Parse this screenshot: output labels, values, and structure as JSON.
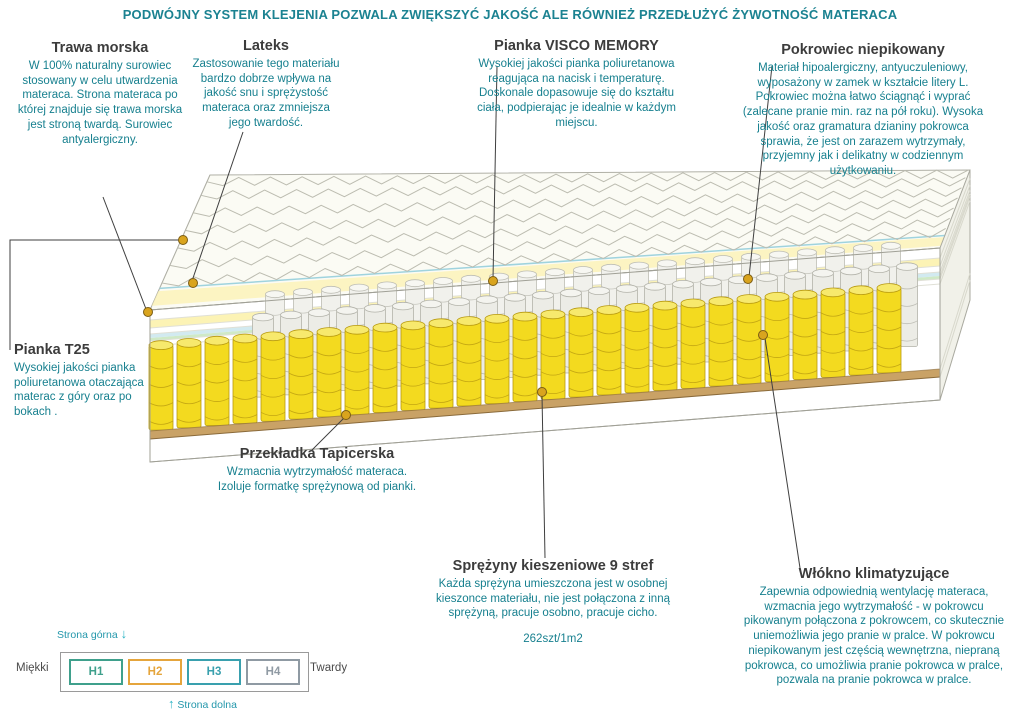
{
  "header": {
    "title": "PODWÓJNY SYSTEM KLEJENIA POZWALA ZWIĘKSZYĆ JAKOŚĆ ALE RÓWNIEŻ PRZEDŁUŻYĆ ŻYWOTNOŚĆ MATERACA"
  },
  "annotations": {
    "trawa_morska": {
      "title": "Trawa morska",
      "body": "W 100% naturalny surowiec stosowany w celu utwardzenia materaca. Strona materaca po której znajduje się trawa morska jest stroną twardą. Surowiec antyalergiczny."
    },
    "lateks": {
      "title": "Lateks",
      "body": "Zastosowanie tego materiału bardzo dobrze wpływa na jakość snu i sprężystość materaca oraz zmniejsza jego twardość."
    },
    "pianka_visco": {
      "title": "Pianka VISCO MEMORY",
      "body": "Wysokiej jakości pianka poliuretanowa reagująca na nacisk i temperaturę. Doskonale dopasowuje się do kształtu ciała, podpierając je idealnie w każdym miejscu."
    },
    "pokrowiec": {
      "title": "Pokrowiec niepikowany",
      "body": "Materiał hipoalergiczny, antyuczuleniowy, wyposażony w zamek w kształcie litery L. Pokrowiec można łatwo ściągnąć i wyprać (zalecane pranie min.  raz na pół roku). Wysoka jakość oraz gramatura dzianiny pokrowca sprawia, że jest on zarazem wytrzymały, przyjemny jak i delikatny w codziennym użytkowaniu."
    },
    "pianka_t25": {
      "title": "Pianka T25",
      "body": "Wysokiej jakości pianka poliuretanowa otaczająca materac z góry oraz po bokach ."
    },
    "przekladka": {
      "title": "Przekładka Tapicerska",
      "body": "Wzmacnia wytrzymałość materaca. Izoluje formatkę sprężynową od pianki."
    },
    "sprezyny": {
      "title": "Sprężyny kieszeniowe 9 stref",
      "body": "Każda sprężyna umieszczona jest w osobnej kieszonce materiału, nie jest połączona z inną sprężyną, pracuje osobno, pracuje cicho.",
      "count": "262szt/1m2"
    },
    "wlokno": {
      "title": "Włókno klimatyzujące",
      "body": "Zapewnia odpowiednią wentylację materaca, wzmacnia jego wytrzymałość - w pokrowcu pikowanym połączona z pokrowcem, co skutecznie uniemożliwia jego pranie w pralce. W pokrowcu niepikowanym jest częścią wewnętrzna, niepraną pokrowca, co umożliwia pranie pokrowca w pralce, pozwala na pranie pokrowca w pralce."
    }
  },
  "hardness_scale": {
    "top_side_label": "Strona górna",
    "bottom_side_label": "Strona dolna",
    "soft_label": "Miękki",
    "hard_label": "Twardy",
    "levels": [
      "H1",
      "H2",
      "H3",
      "H4"
    ]
  },
  "colors": {
    "accent_teal": "#1b8291",
    "spring_yellow": "#f3da1f",
    "marker_gold": "#d9a41e",
    "level_colors": [
      "#3fa08c",
      "#e5a53c",
      "#39a0ae",
      "#8f9aa3"
    ]
  }
}
